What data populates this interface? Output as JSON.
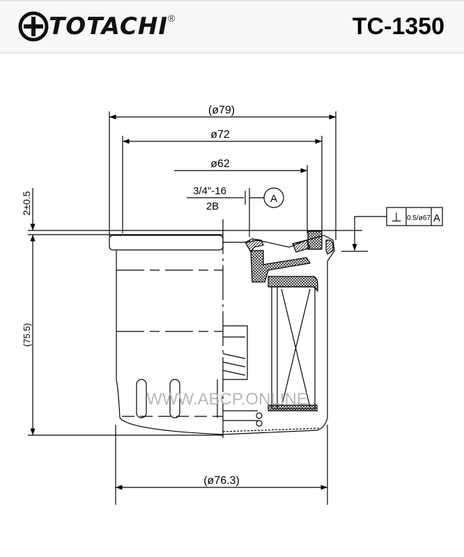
{
  "header": {
    "brand": "TOTACHI",
    "registered": "®",
    "part_number": "TC-1350"
  },
  "dimensions": {
    "outer_diameter": "(ø79)",
    "gasket_outer": "ø72",
    "gasket_inner": "ø62",
    "thread_line1": "3/4\"-16",
    "thread_line2": "2B",
    "datum": "A",
    "gasket_height": "2±0.5",
    "height": "(75.5)",
    "body_diameter": "(ø76.3)"
  },
  "tolerance_frame": {
    "symbol": "⊥",
    "value": "0.5/ø67",
    "datum": "A"
  },
  "watermark": "WWW.ABCP.ONLINE"
}
